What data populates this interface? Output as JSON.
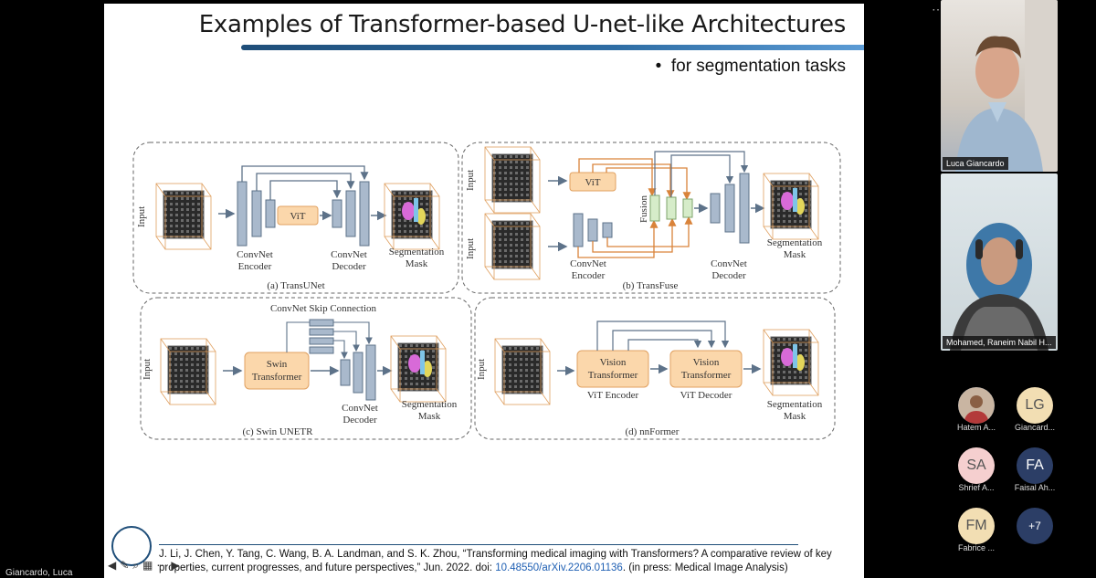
{
  "slide": {
    "title": "Examples of Transformer-based U-net-like Architectures",
    "bullet": "for segmentation tasks",
    "citation_text": "J. Li, J. Chen, Y. Tang, C. Wang, B. A. Landman, and S. K. Zhou, “Transforming medical imaging with Transformers? A comparative review of key properties, current progresses, and future perspectives,” Jun. 2022. doi: ",
    "citation_doi": "10.48550/arXiv.2206.01136",
    "citation_tail": ". (in press: Medical Image Analysis)"
  },
  "figure": {
    "input": "Input",
    "vit": "ViT",
    "convnet": "ConvNet",
    "encoder": "Encoder",
    "decoder": "Decoder",
    "segmentation": "Segmentation",
    "mask": "Mask",
    "fusion": "Fusion",
    "skip_connection": "ConvNet Skip Connection",
    "swin": "Swin",
    "transformer": "Transformer",
    "vision": "Vision",
    "vit_encoder": "ViT Encoder",
    "vit_decoder": "ViT Decoder",
    "captions": {
      "a": "(a) TransUNet",
      "b": "(b) TransFuse",
      "c": "(c) Swin UNETR",
      "d": "(d) nnFormer"
    }
  },
  "presenter_name": "Giancardo, Luca",
  "video_tiles": [
    {
      "name": "Luca Giancardo"
    },
    {
      "name": "Mohamed, Raneim Nabil H..."
    }
  ],
  "participants": [
    {
      "initials": "",
      "name": "Hatem A..."
    },
    {
      "initials": "LG",
      "name": "Giancard..."
    },
    {
      "initials": "SA",
      "name": "Shrief A..."
    },
    {
      "initials": "FA",
      "name": "Faisal Ah..."
    },
    {
      "initials": "FM",
      "name": "Fabrice ..."
    },
    {
      "initials": "+7",
      "name": ""
    }
  ],
  "colors": {
    "vit_fill": "#fbd7ab",
    "vit_stroke": "#e0a060",
    "conv_fill": "#a9b9cc",
    "conv_stroke": "#5d7289",
    "fusion_fill": "#d6ecc9",
    "orange_arrow": "#d9833a",
    "avatar_gold": "#f2deb3",
    "avatar_pink": "#f5cfcf",
    "avatar_blue": "#2c3e66"
  }
}
